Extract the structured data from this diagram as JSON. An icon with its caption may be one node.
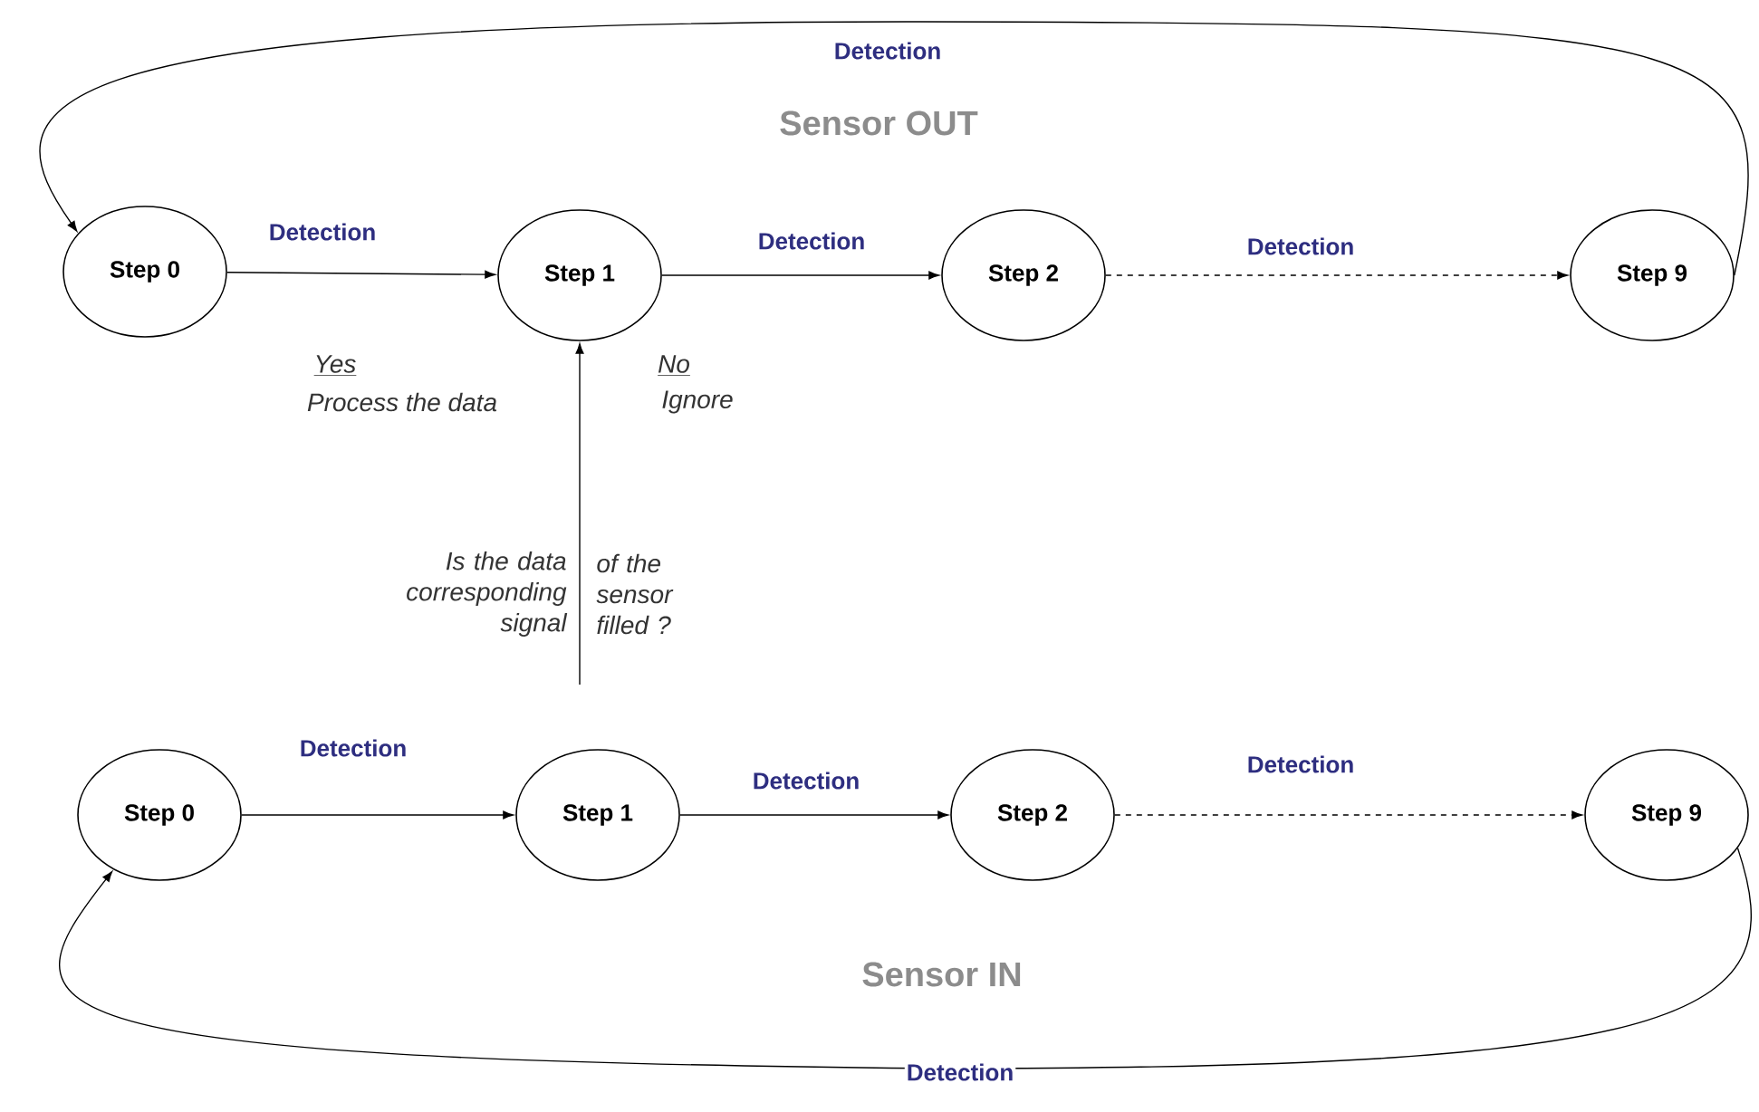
{
  "diagram": {
    "nodes": [
      {
        "text": [
          "Step 0"
        ]
      },
      {
        "text": [
          "Step 1"
        ]
      },
      {
        "text": [
          "Step 2"
        ]
      },
      {
        "text": [
          "Step 9"
        ]
      },
      {
        "text": [
          "Step 0"
        ]
      },
      {
        "text": [
          "Step 1"
        ]
      },
      {
        "text": [
          "Step 2"
        ]
      },
      {
        "text": [
          "Step 9"
        ]
      }
    ],
    "edges": [
      {
        "from": 0,
        "to": 1,
        "arrow": "to",
        "label": "Detection"
      },
      {
        "from": 1,
        "to": 2,
        "arrow": "to",
        "label": "Detection"
      },
      {
        "from": 2,
        "to": 3,
        "arrow": "to",
        "label": "Detection",
        "style": "dashed"
      },
      {
        "from": 3,
        "to": 0,
        "arrow": "to",
        "label": "Detection"
      },
      {
        "from": null,
        "to": 1,
        "arrow": "to"
      },
      {
        "from": 4,
        "to": 5,
        "arrow": "to",
        "label": "Detection"
      },
      {
        "from": 5,
        "to": 6,
        "arrow": "to",
        "label": "Detection"
      },
      {
        "from": 6,
        "to": 7,
        "arrow": "to",
        "label": "Detection",
        "style": "dashed"
      },
      {
        "from": 7,
        "to": 4,
        "arrow": "to",
        "label": "Detection"
      }
    ],
    "labels": [
      "Sensor OUT",
      "Yes",
      "No",
      "Process the data",
      "Ignore",
      "Is the data corresponding signal",
      "of the sensor filled ?",
      "Sensor IN"
    ]
  }
}
